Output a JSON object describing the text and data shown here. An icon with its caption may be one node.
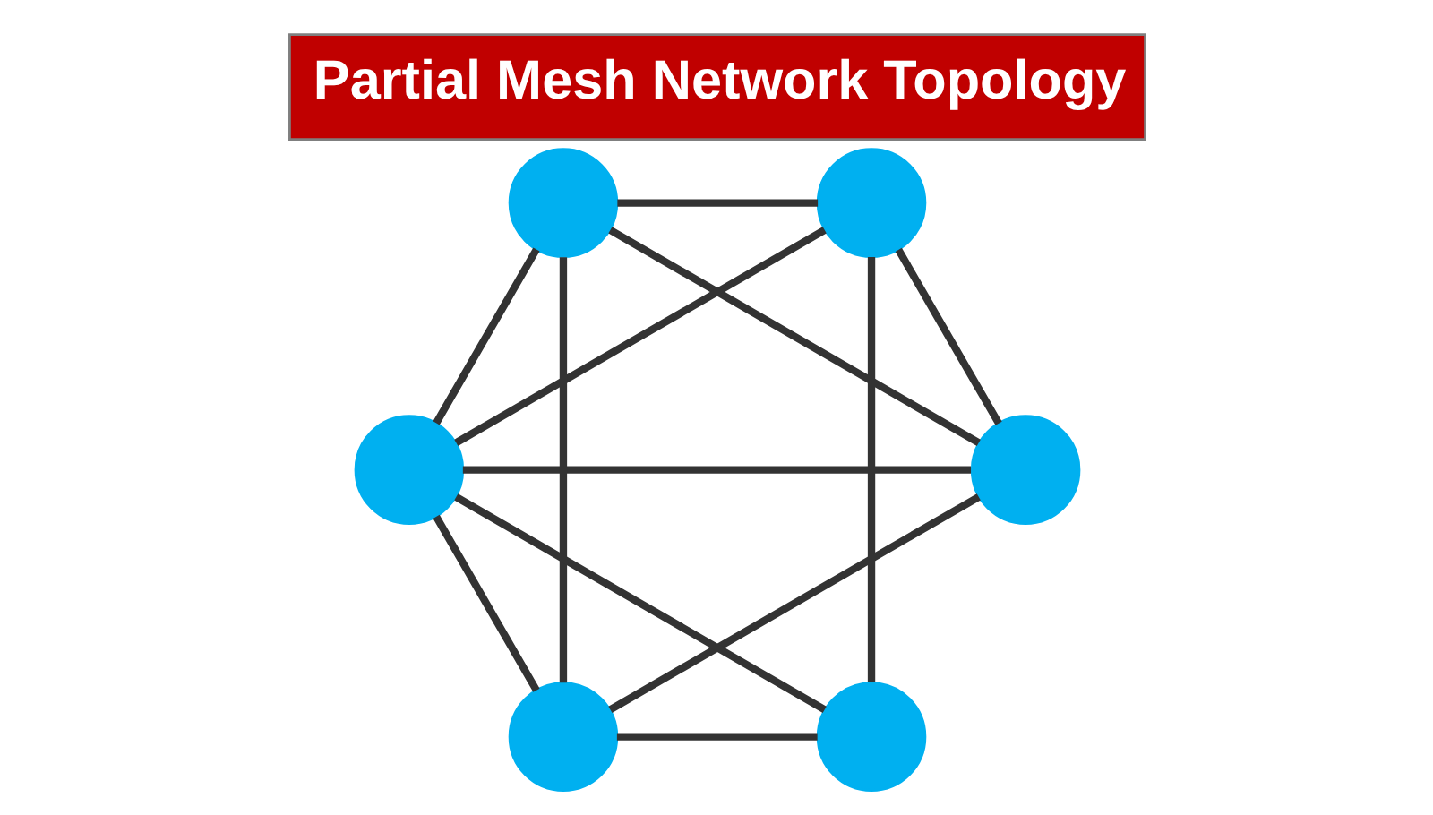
{
  "diagram": {
    "title": "Partial Mesh Network Topology",
    "nodes": [
      {
        "text": [],
        "shape": "circle"
      },
      {
        "text": [],
        "shape": "circle"
      },
      {
        "text": [],
        "shape": "circle"
      },
      {
        "text": [],
        "shape": "circle"
      },
      {
        "text": [],
        "shape": "circle"
      },
      {
        "text": [],
        "shape": "circle"
      }
    ],
    "edges": [
      {
        "from": 0,
        "to": 1,
        "arrow": "none"
      },
      {
        "from": 0,
        "to": 2,
        "arrow": "none"
      },
      {
        "from": 0,
        "to": 3,
        "arrow": "none"
      },
      {
        "from": 0,
        "to": 5,
        "arrow": "none"
      },
      {
        "from": 1,
        "to": 3,
        "arrow": "none"
      },
      {
        "from": 1,
        "to": 4,
        "arrow": "none"
      },
      {
        "from": 1,
        "to": 5,
        "arrow": "none"
      },
      {
        "from": 2,
        "to": 3,
        "arrow": "none"
      },
      {
        "from": 2,
        "to": 4,
        "arrow": "none"
      },
      {
        "from": 2,
        "to": 5,
        "arrow": "none"
      },
      {
        "from": 3,
        "to": 5,
        "arrow": "none"
      },
      {
        "from": 4,
        "to": 5,
        "arrow": "none"
      }
    ]
  }
}
